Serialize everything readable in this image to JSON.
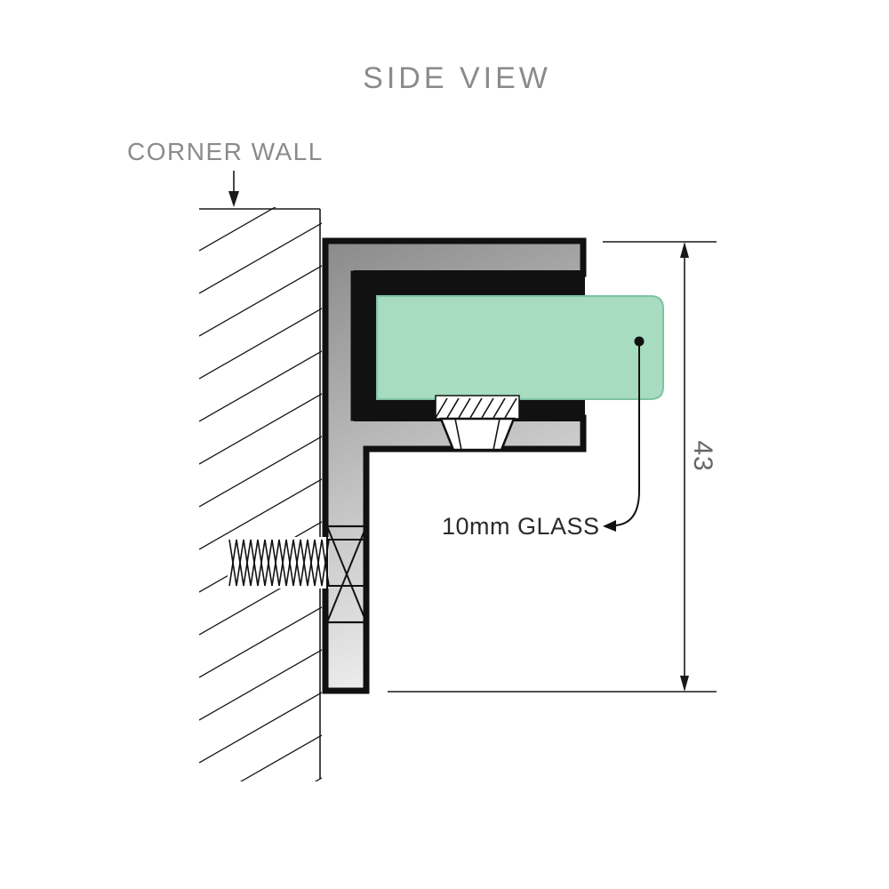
{
  "title": "SIDE VIEW",
  "labels": {
    "corner_wall": "CORNER WALL",
    "glass": "10mm GLASS",
    "dimension": "43"
  },
  "colors": {
    "title_text": "#8b8b8b",
    "label_text": "#8b8b8b",
    "dimension_text": "#666666",
    "glass_label_text": "#2b2b2b",
    "glass_fill": "#a7dcc0",
    "glass_stroke": "#7fc2a4",
    "bracket_gradient_start": "#8a8a8a",
    "bracket_gradient_end": "#efefef",
    "outline": "#111111"
  }
}
